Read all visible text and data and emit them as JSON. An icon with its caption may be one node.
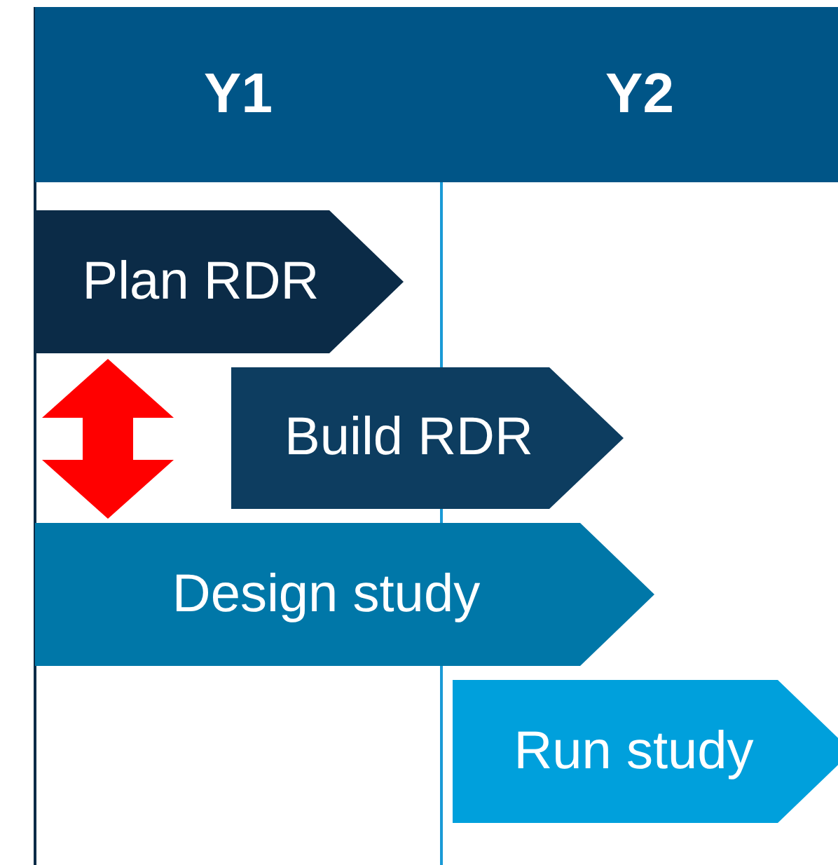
{
  "diagram": {
    "nodes": [
      {
        "text": [
          "Y1"
        ]
      },
      {
        "text": [
          "Y2"
        ]
      },
      {
        "text": [
          "Plan RDR"
        ]
      },
      {
        "text": [
          "Build RDR"
        ]
      },
      {
        "text": [
          "Design study"
        ]
      },
      {
        "text": [
          "Run study"
        ]
      }
    ],
    "edges": [
      {
        "from": 2,
        "to": 4,
        "arrow": "both",
        "color": "#ff0000"
      }
    ]
  }
}
